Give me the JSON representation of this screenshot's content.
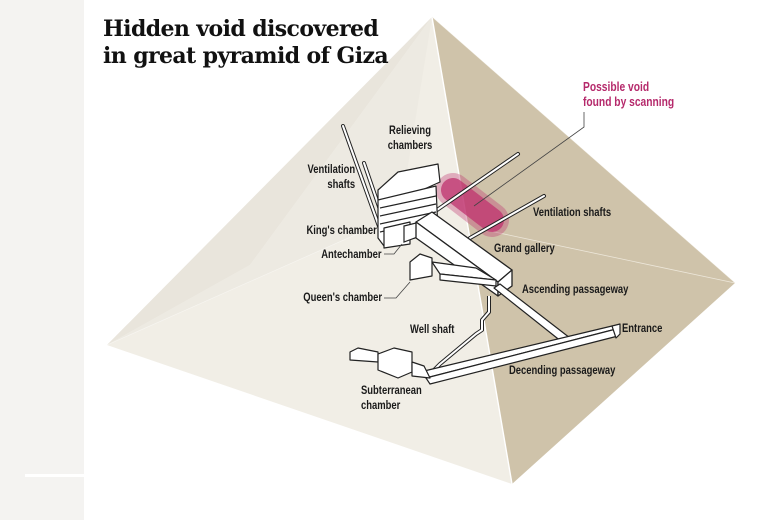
{
  "title": {
    "line1": "Hidden void discovered",
    "line2": "in great pyramid of Giza"
  },
  "colors": {
    "left_strip": "#f4f3f1",
    "face_left_upper": "#e6e1d8",
    "face_left_lower": "#f1eee6",
    "face_right": "#cfc3aa",
    "void_highlight": "#c0336f",
    "callout_text": "#b5296b",
    "structure_fill": "#ffffff",
    "structure_stroke": "#222222"
  },
  "callout": {
    "line1": "Possible void",
    "line2": "found by scanning"
  },
  "labels": {
    "relieving_chambers": {
      "line1": "Relieving",
      "line2": "chambers"
    },
    "ventilation_shafts_left": {
      "line1": "Ventilation",
      "line2": "shafts"
    },
    "ventilation_shafts_right": "Ventilation shafts",
    "kings_chamber": "King's chamber",
    "antechamber": "Antechamber",
    "grand_gallery": "Grand gallery",
    "queens_chamber": "Queen's chamber",
    "ascending_passageway": "Ascending passageway",
    "well_shaft": "Well shaft",
    "entrance": "Entrance",
    "descending_passageway": "Decending passageway",
    "subterranean_chamber": {
      "line1": "Subterranean",
      "line2": "chamber"
    }
  }
}
